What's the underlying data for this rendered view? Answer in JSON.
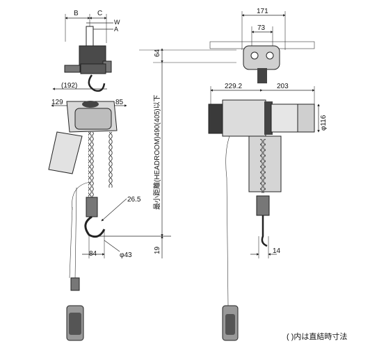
{
  "dimensions": {
    "b": "B",
    "c": "C",
    "w": "W",
    "a": "A",
    "d171": "171",
    "d73": "73",
    "d64": "64",
    "d192": "(192)",
    "d129": "129",
    "d85": "85",
    "d229": "229.2",
    "d203": "203",
    "d116": "φ116",
    "d265": "26.5",
    "d43": "φ43",
    "d84": "84",
    "d19": "19",
    "d14": "14",
    "headroom": "最小距離(HEADROOM)490(405)以下"
  },
  "note": "( )内は直結時寸法",
  "colors": {
    "line": "#222222",
    "dark": "#3a3a3a",
    "mid": "#8a8a8a",
    "light": "#cfcfcf"
  }
}
